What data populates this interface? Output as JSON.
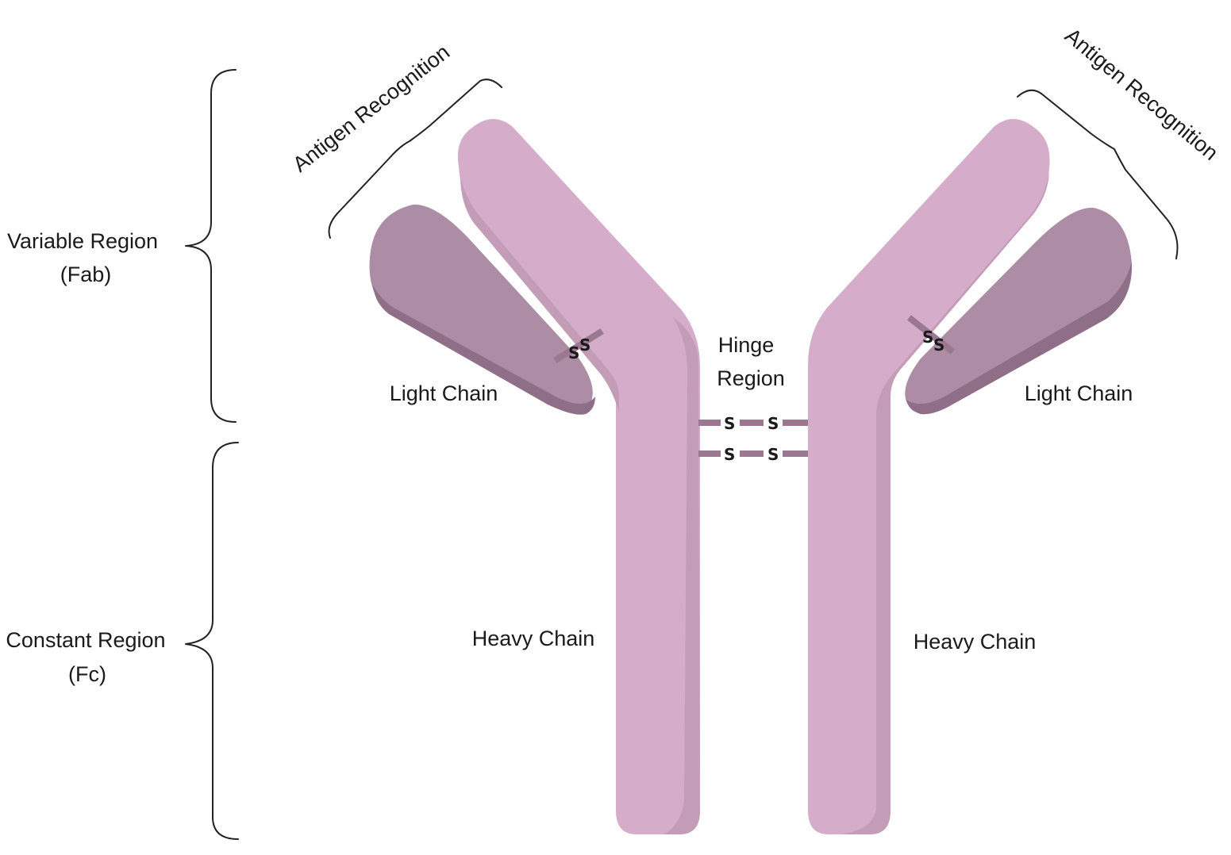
{
  "labels": {
    "variable_region_line1": "Variable Region",
    "variable_region_line2": "(Fab)",
    "constant_region_line1": "Constant Region",
    "constant_region_line2": "(Fc)",
    "antigen_recognition_left": "Antigen Recognition",
    "antigen_recognition_right": "Antigen Recognition",
    "hinge_region_line1": "Hinge",
    "hinge_region_line2": "Region",
    "light_chain_left": "Light Chain",
    "light_chain_right": "Light Chain",
    "heavy_chain_left": "Heavy Chain",
    "heavy_chain_right": "Heavy Chain"
  },
  "disulfide": {
    "symbol": "S"
  },
  "colors": {
    "heavy_chain": "#d5adcb",
    "heavy_chain_shade": "#c39db8",
    "light_chain": "#ad8ca5",
    "light_chain_shade": "#8f6e88",
    "bond": "#9a7890",
    "outline": "#222222",
    "text": "#1a1a1a",
    "background": "#ffffff"
  }
}
